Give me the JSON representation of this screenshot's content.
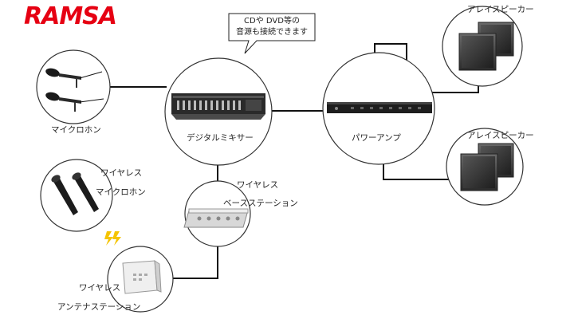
{
  "brand": {
    "logo_text": "RAMSA",
    "logo_color": "#e60012"
  },
  "callout": {
    "line1": "CDや DVD等の",
    "line2": "音源も接続できます"
  },
  "nodes": {
    "microphone": {
      "label": "マイクロホン"
    },
    "mixer": {
      "label": "デジタルミキサー"
    },
    "power_amp": {
      "label": "パワーアンプ"
    },
    "speaker_top": {
      "label": "アレイスピーカー"
    },
    "speaker_bottom": {
      "label": "アレイスピーカー"
    },
    "wireless_mic": {
      "label_line1": "ワイヤレス",
      "label_line2": "マイクロホン"
    },
    "base_station": {
      "label_line1": "ワイヤレス",
      "label_line2": "ベースステーション"
    },
    "antenna_station": {
      "label_line1": "ワイヤレス",
      "label_line2": "アンテナステーション"
    }
  },
  "colors": {
    "line": "#111111",
    "circle_stroke": "#333333",
    "signal": "#f5c400"
  }
}
